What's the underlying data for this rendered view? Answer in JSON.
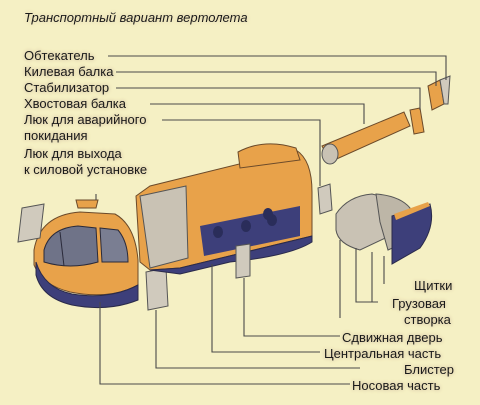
{
  "title": "Транспортный вариант вертолета",
  "labels_left": [
    "Обтекатель",
    "Килевая балка",
    "Стабилизатор",
    "Хвостовая балка",
    "Люк для аварийного",
    "покидания",
    "Люк для выхода",
    "к силовой установке"
  ],
  "labels_right": [
    "Щитки",
    "Грузовая",
    "створка",
    "Сдвижная дверь",
    "Центральная часть",
    "Блистер",
    "Носовая часть"
  ],
  "colors": {
    "background": "#f5f0c4",
    "fuselage_orange": "#e8a24a",
    "fuselage_navy": "#3d3f7a",
    "panel_grey": "#c9c2b4",
    "leader_line": "#4a4a4a"
  }
}
